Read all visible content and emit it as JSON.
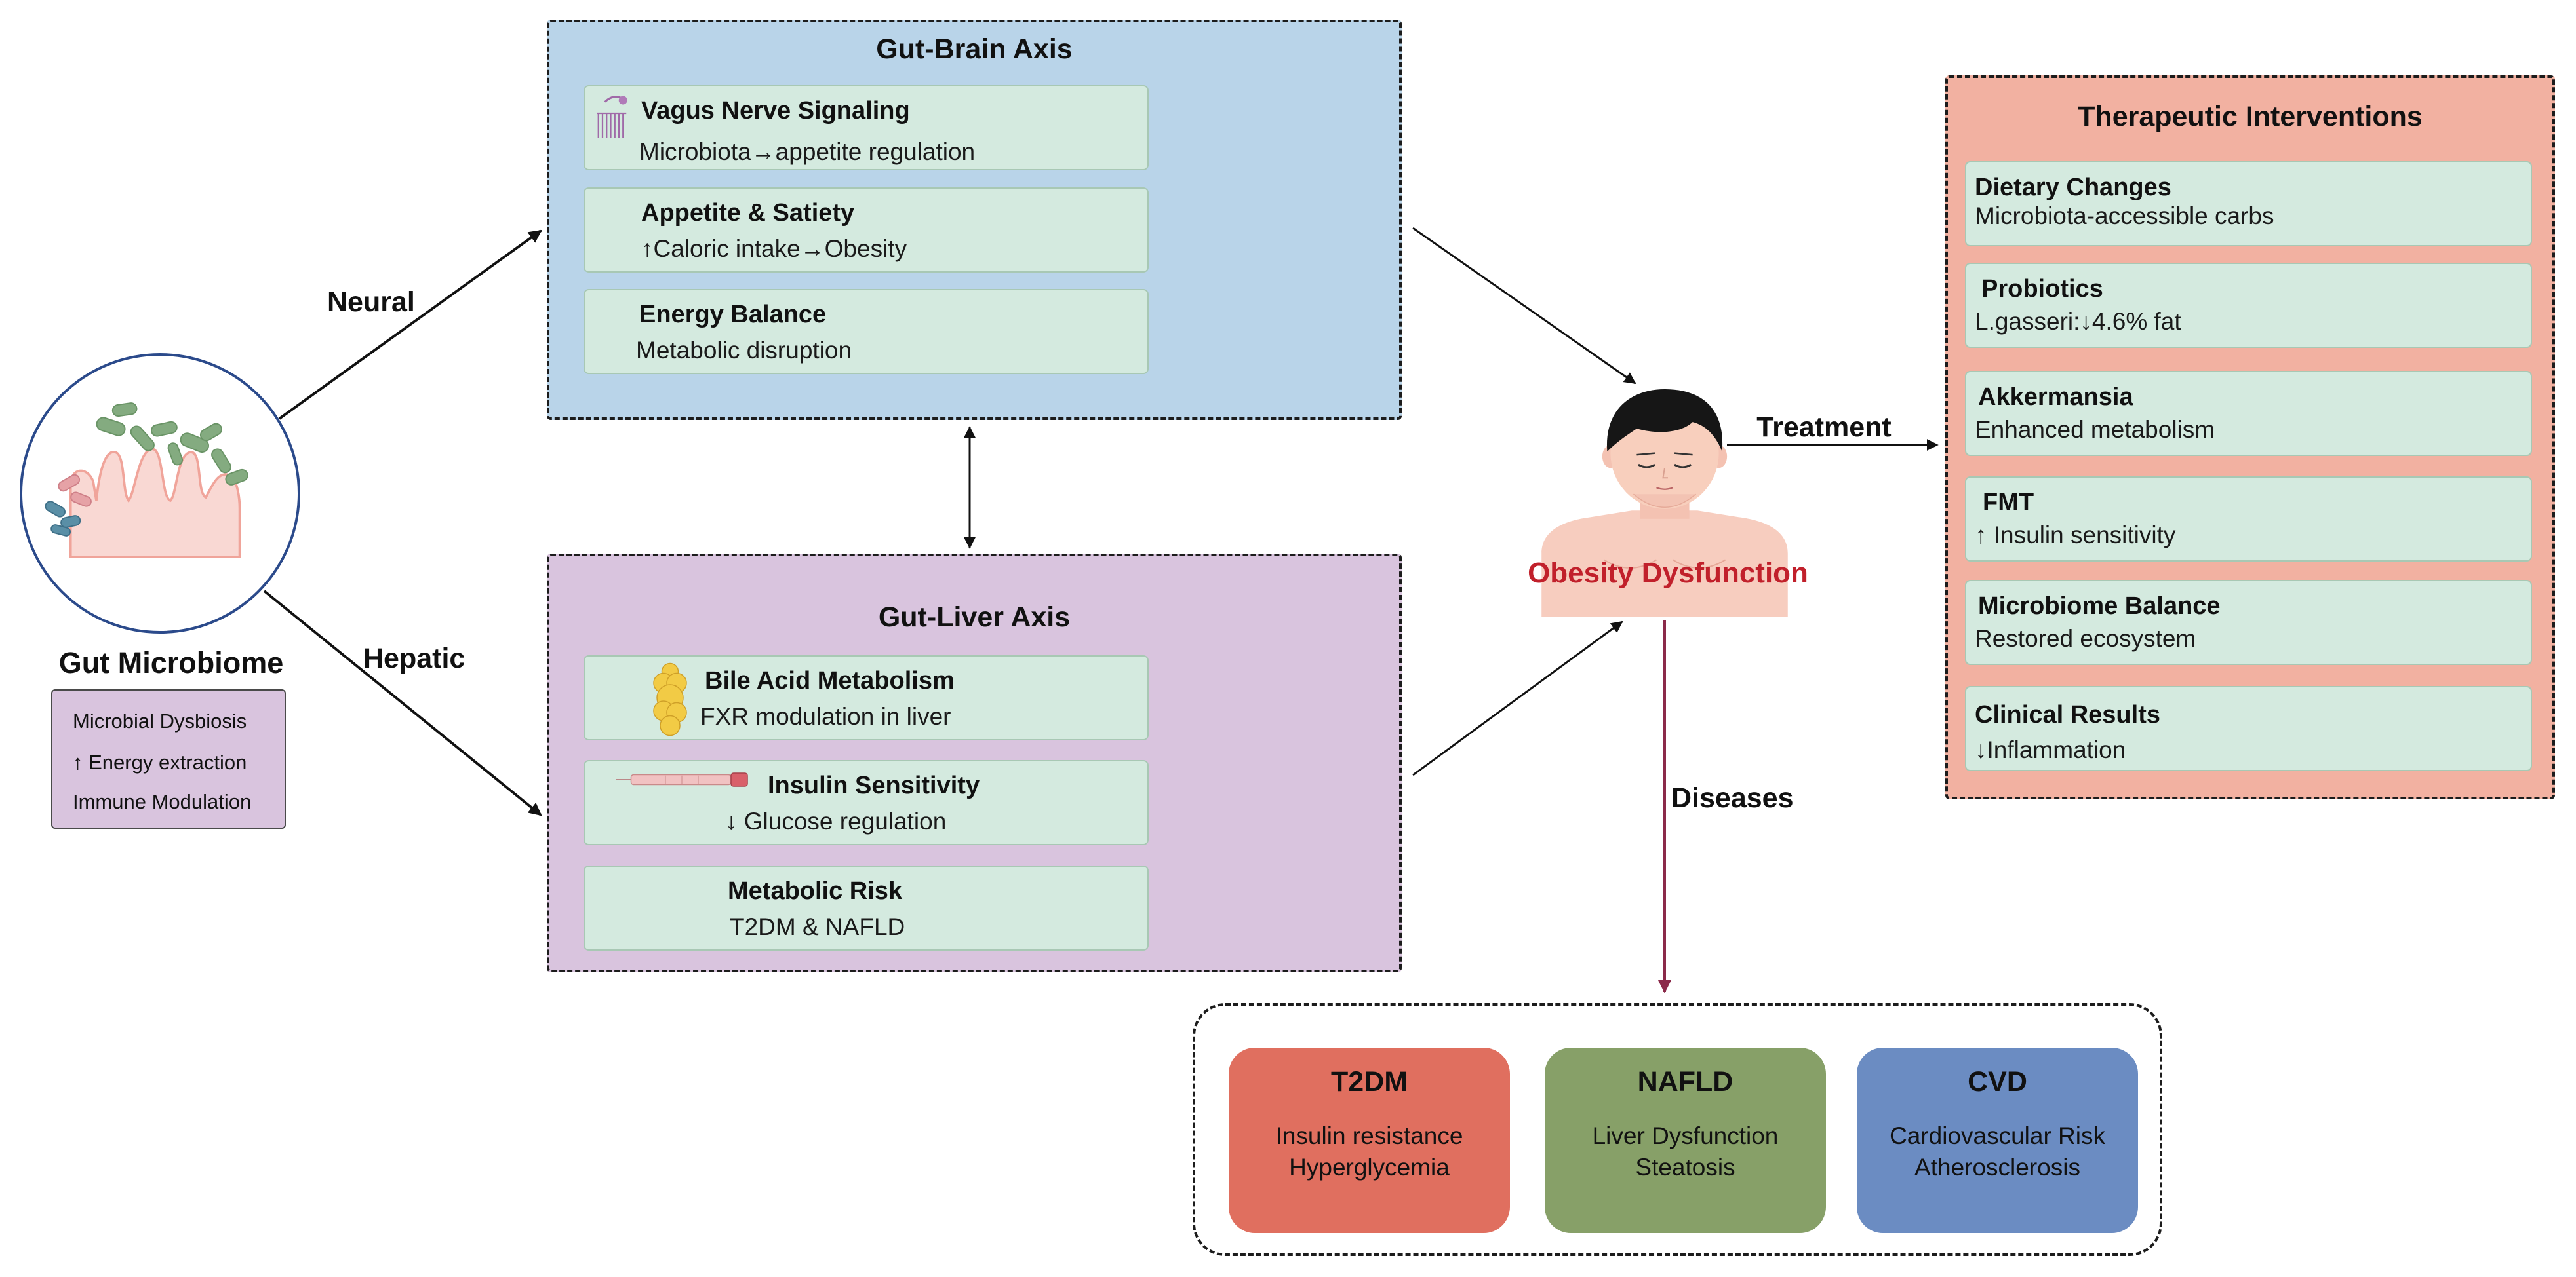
{
  "gut_microbiome": {
    "title": "Gut Microbiome",
    "icon": "gut-villi-bacteria-icon",
    "features": [
      "Microbial Dysbiosis",
      "↑ Energy extraction",
      "Immune Modulation"
    ]
  },
  "pathways": {
    "neural": "Neural",
    "hepatic": "Hepatic",
    "treatment": "Treatment",
    "diseases": "Diseases"
  },
  "gut_brain_axis": {
    "title": "Gut-Brain Axis",
    "cards": [
      {
        "title": "Vagus Nerve Signaling",
        "text": "Microbiota→appetite regulation",
        "icon": "nerve-icon"
      },
      {
        "title": "Appetite & Satiety",
        "text": "↑Caloric intake→Obesity"
      },
      {
        "title": "Energy Balance",
        "text": "Metabolic disruption"
      }
    ]
  },
  "gut_liver_axis": {
    "title": "Gut-Liver Axis",
    "cards": [
      {
        "title": "Bile Acid Metabolism",
        "text": "FXR modulation in liver",
        "icon": "liver-icon"
      },
      {
        "title": "Insulin Sensitivity",
        "text": "↓ Glucose regulation",
        "icon": "insulin-pen-icon"
      },
      {
        "title": "Metabolic Risk",
        "text": "T2DM & NAFLD"
      }
    ]
  },
  "center": {
    "label": "Obesity Dysfunction",
    "icon": "obese-person-icon"
  },
  "therapeutic_interventions": {
    "title": "Therapeutic Interventions",
    "cards": [
      {
        "title": "Dietary Changes",
        "text": "Microbiota-accessible carbs"
      },
      {
        "title": "Probiotics",
        "text": "L.gasseri:↓4.6% fat"
      },
      {
        "title": "Akkermansia",
        "text": "Enhanced metabolism"
      },
      {
        "title": "FMT",
        "text": "↑ Insulin sensitivity"
      },
      {
        "title": "Microbiome Balance",
        "text": "Restored ecosystem"
      },
      {
        "title": "Clinical Results",
        "text": "↓Inflammation"
      }
    ]
  },
  "diseases": [
    {
      "title": "T2DM",
      "lines": [
        "Insulin resistance",
        "Hyperglycemia"
      ],
      "color": "#e06f5f"
    },
    {
      "title": "NAFLD",
      "lines": [
        "Liver Dysfunction",
        "Steatosis"
      ],
      "color": "#87a068"
    },
    {
      "title": "CVD",
      "lines": [
        "Cardiovascular Risk",
        "Atherosclerosis"
      ],
      "color": "#6b8cc2"
    }
  ],
  "colors": {
    "gut_brain_panel": "#b9d4e9",
    "gut_liver_panel": "#d9c4de",
    "therapy_panel": "#f2b1a1",
    "card": "#d4eadf",
    "features_box": "#d9c4de",
    "obesity_label": "#c1202b",
    "diseases_arrow": "#8b2a4a"
  }
}
